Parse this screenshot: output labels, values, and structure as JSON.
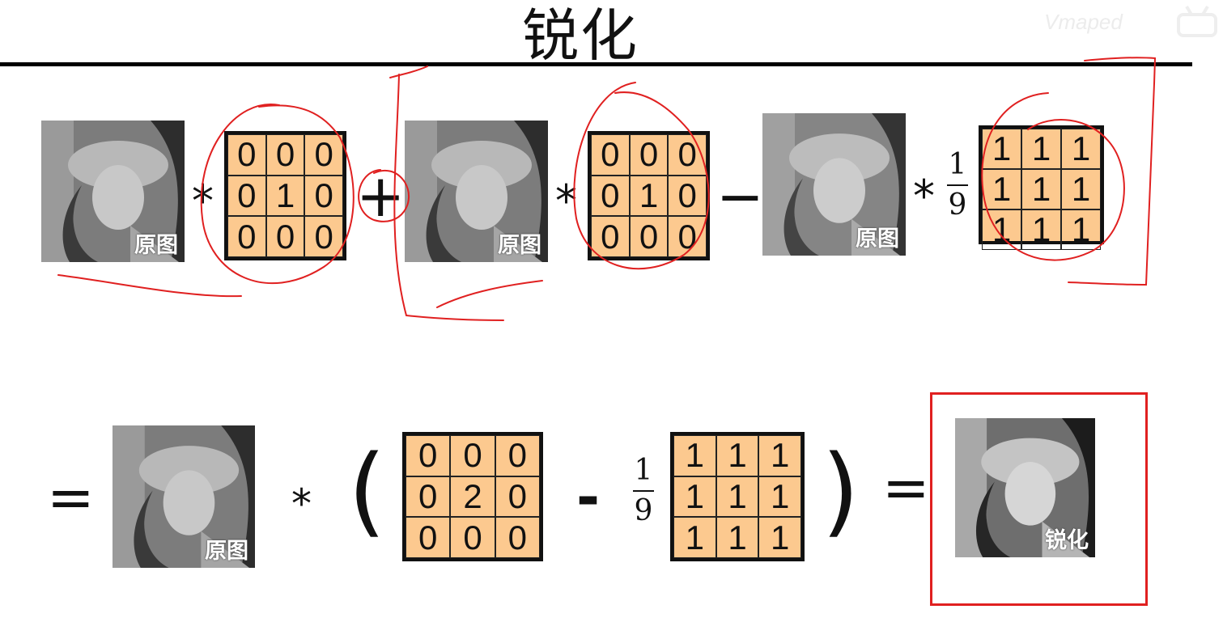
{
  "title": "锐化",
  "watermark": "Vmaped",
  "images": {
    "original_label": "原图",
    "result_label": "锐化"
  },
  "operators": {
    "convolve": "*",
    "plus": "+",
    "minus": "−",
    "minus_short": "-",
    "equals": "=",
    "lparen": "(",
    "rparen": ")"
  },
  "fraction": {
    "numerator": "1",
    "denominator": "9"
  },
  "kernels": {
    "identity": [
      [
        "0",
        "0",
        "0"
      ],
      [
        "0",
        "1",
        "0"
      ],
      [
        "0",
        "0",
        "0"
      ]
    ],
    "box": [
      [
        "1",
        "1",
        "1"
      ],
      [
        "1",
        "1",
        "1"
      ],
      [
        "1",
        "1",
        "1"
      ]
    ],
    "double": [
      [
        "0",
        "0",
        "0"
      ],
      [
        "0",
        "2",
        "0"
      ],
      [
        "0",
        "0",
        "0"
      ]
    ]
  },
  "colors": {
    "kernel_fill": "#fcc98f",
    "annotation_red": "#e02020"
  }
}
